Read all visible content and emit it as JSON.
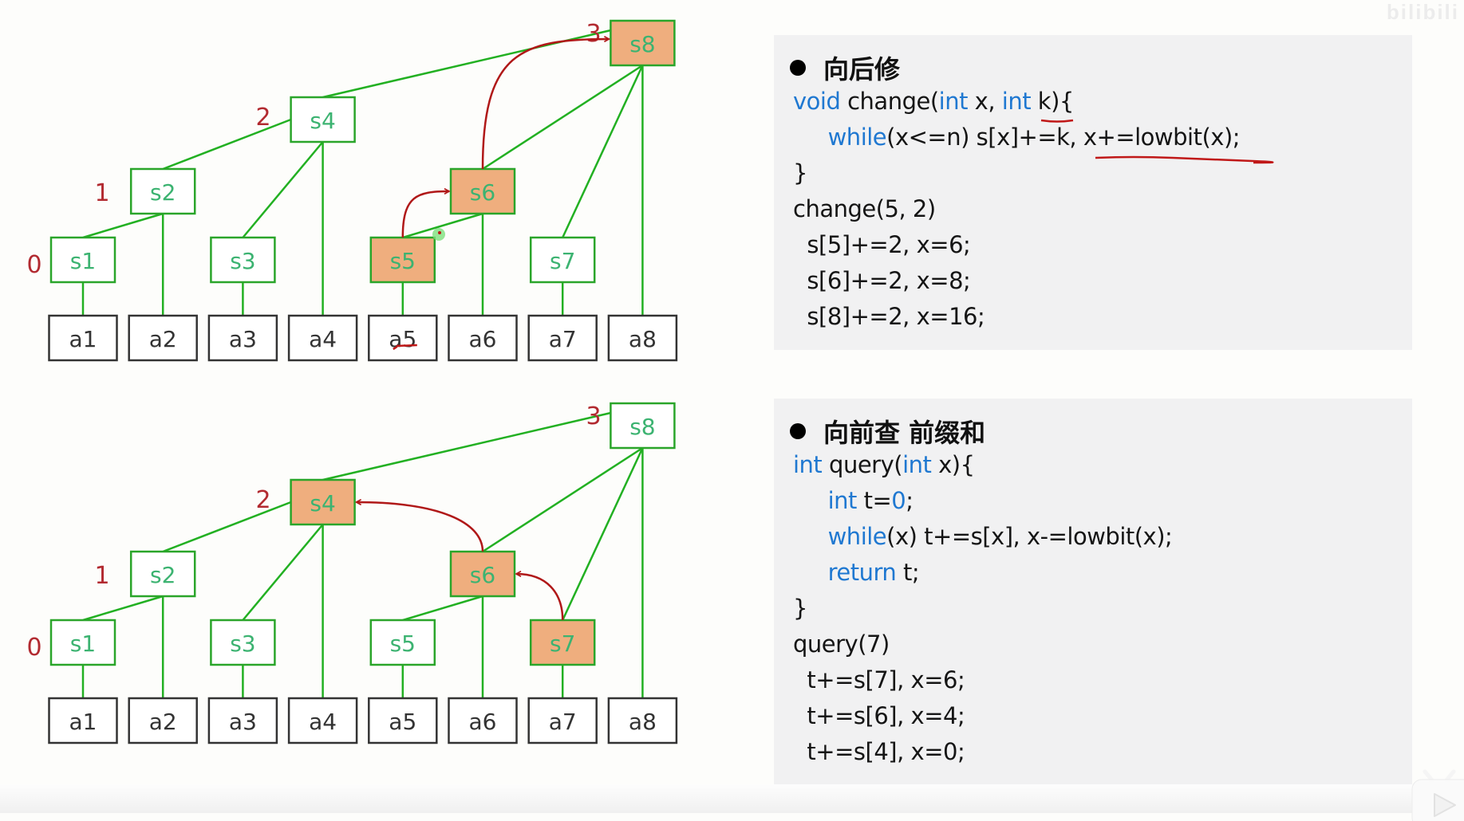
{
  "colors": {
    "edge": "#22b022",
    "node_border_green": "#2aa52a",
    "node_text_green": "#3cb371",
    "highlight_fill": "#efae7e",
    "arrow_red": "#b01818",
    "level_label": "#b22a30",
    "array_border": "#333333",
    "array_text": "#333333",
    "keyword_blue": "#1f78d1",
    "panel_bg": "#f1f1f2"
  },
  "diagrams": [
    {
      "id": "update",
      "array_nodes": [
        "a1",
        "a2",
        "a3",
        "a4",
        "a5",
        "a6",
        "a7",
        "a8"
      ],
      "tree_nodes": [
        {
          "label": "s1",
          "index": 1,
          "level": 0,
          "highlighted": false
        },
        {
          "label": "s2",
          "index": 2,
          "level": 1,
          "highlighted": false
        },
        {
          "label": "s3",
          "index": 3,
          "level": 0,
          "highlighted": false
        },
        {
          "label": "s4",
          "index": 4,
          "level": 2,
          "highlighted": false
        },
        {
          "label": "s5",
          "index": 5,
          "level": 0,
          "highlighted": true
        },
        {
          "label": "s6",
          "index": 6,
          "level": 1,
          "highlighted": true
        },
        {
          "label": "s7",
          "index": 7,
          "level": 0,
          "highlighted": false
        },
        {
          "label": "s8",
          "index": 8,
          "level": 3,
          "highlighted": true
        }
      ],
      "level_labels": [
        "0",
        "1",
        "2",
        "3"
      ],
      "arrows": [
        {
          "from": 5,
          "to": 6
        },
        {
          "from": 6,
          "to": 8
        }
      ],
      "annotation": "red underline under a5"
    },
    {
      "id": "query",
      "array_nodes": [
        "a1",
        "a2",
        "a3",
        "a4",
        "a5",
        "a6",
        "a7",
        "a8"
      ],
      "tree_nodes": [
        {
          "label": "s1",
          "index": 1,
          "level": 0,
          "highlighted": false
        },
        {
          "label": "s2",
          "index": 2,
          "level": 1,
          "highlighted": false
        },
        {
          "label": "s3",
          "index": 3,
          "level": 0,
          "highlighted": false
        },
        {
          "label": "s4",
          "index": 4,
          "level": 2,
          "highlighted": true
        },
        {
          "label": "s5",
          "index": 5,
          "level": 0,
          "highlighted": false
        },
        {
          "label": "s6",
          "index": 6,
          "level": 1,
          "highlighted": true
        },
        {
          "label": "s7",
          "index": 7,
          "level": 0,
          "highlighted": true
        },
        {
          "label": "s8",
          "index": 8,
          "level": 3,
          "highlighted": false
        }
      ],
      "level_labels": [
        "0",
        "1",
        "2",
        "3"
      ],
      "arrows": [
        {
          "from": 7,
          "to": 6
        },
        {
          "from": 6,
          "to": 4
        }
      ]
    }
  ],
  "panels": {
    "update": {
      "heading": "向后修",
      "lines": [
        [
          {
            "t": "void",
            "kw": true
          },
          {
            "t": " change("
          },
          {
            "t": "int",
            "kw": true
          },
          {
            "t": " x, "
          },
          {
            "t": "int",
            "kw": true
          },
          {
            "t": " k){"
          }
        ],
        [
          {
            "t": "     "
          },
          {
            "t": "while",
            "kw": true
          },
          {
            "t": "(x<=n) s[x]+=k, x+=lowbit(x);"
          }
        ],
        [
          {
            "t": "}"
          }
        ],
        [
          {
            "t": "change(5, 2)"
          }
        ],
        [
          {
            "t": "  s[5]+=2, x=6;"
          }
        ],
        [
          {
            "t": "  s[6]+=2, x=8;"
          }
        ],
        [
          {
            "t": "  s[8]+=2, x=16;"
          }
        ]
      ]
    },
    "query": {
      "heading": "向前查 前缀和",
      "lines": [
        [
          {
            "t": "int",
            "kw": true
          },
          {
            "t": " query("
          },
          {
            "t": "int",
            "kw": true
          },
          {
            "t": " x){"
          }
        ],
        [
          {
            "t": "     "
          },
          {
            "t": "int",
            "kw": true
          },
          {
            "t": " t="
          },
          {
            "t": "0",
            "kw": true
          },
          {
            "t": ";"
          }
        ],
        [
          {
            "t": "     "
          },
          {
            "t": "while",
            "kw": true
          },
          {
            "t": "(x) t+=s[x], x-=lowbit(x);"
          }
        ],
        [
          {
            "t": "     "
          },
          {
            "t": "return",
            "kw": true
          },
          {
            "t": " t;"
          }
        ],
        [
          {
            "t": "}"
          }
        ],
        [
          {
            "t": "query(7)"
          }
        ],
        [
          {
            "t": "  t+=s[7], x=6;"
          }
        ],
        [
          {
            "t": "  t+=s[6], x=4;"
          }
        ],
        [
          {
            "t": "  t+=s[4], x=0;"
          }
        ]
      ]
    }
  },
  "watermark": "bilibili",
  "icons": {
    "bullet": "bullet-dot-icon",
    "player": "tv-play-icon"
  }
}
